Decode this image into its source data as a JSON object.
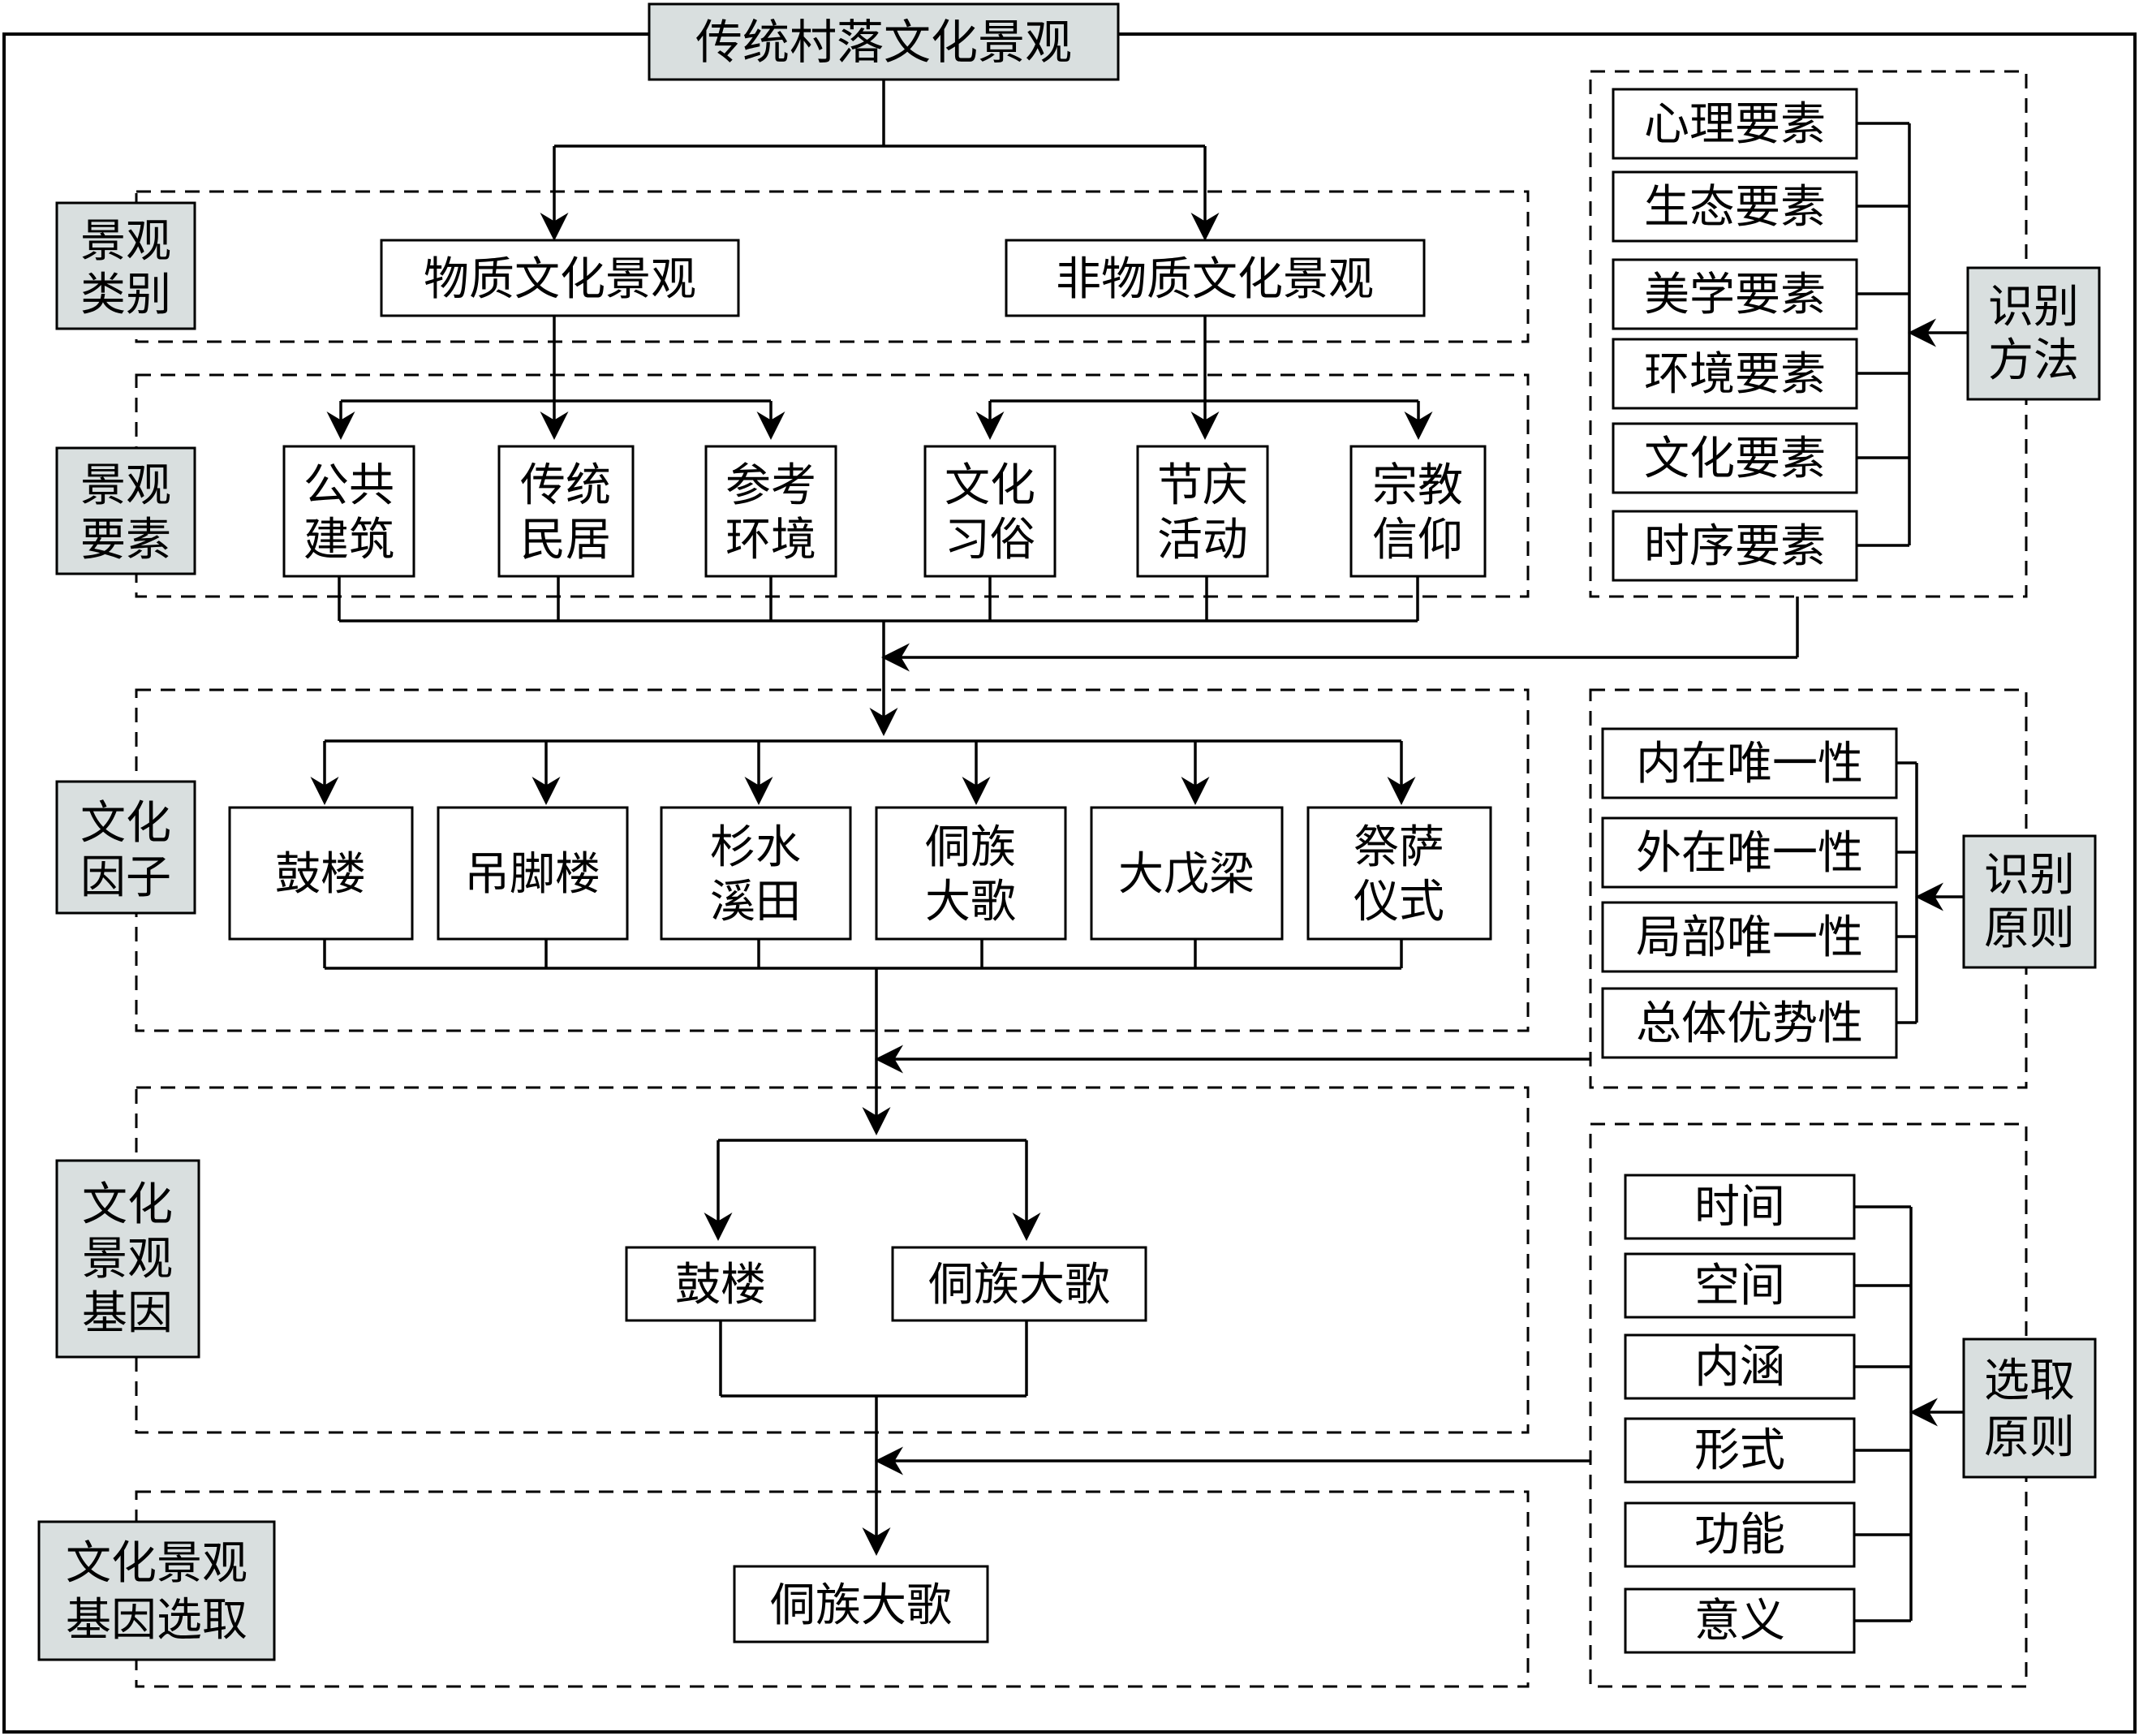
{
  "root": "传统村落文化景观",
  "stages": {
    "category": [
      "景观",
      "类别"
    ],
    "elements": [
      "景观",
      "要素"
    ],
    "factors": [
      "文化",
      "因子"
    ],
    "genes": [
      "文化",
      "景观",
      "基因"
    ],
    "selection": [
      "文化景观",
      "基因选取"
    ]
  },
  "categories": [
    "物质文化景观",
    "非物质文化景观"
  ],
  "elements": [
    [
      "公共",
      "建筑"
    ],
    [
      "传统",
      "民居"
    ],
    [
      "参考",
      "环境"
    ],
    [
      "文化",
      "习俗"
    ],
    [
      "节庆",
      "活动"
    ],
    [
      "宗教",
      "信仰"
    ]
  ],
  "factors": [
    [
      "鼓楼"
    ],
    [
      "吊脚楼"
    ],
    [
      "杉水",
      "溪田"
    ],
    [
      "侗族",
      "大歌"
    ],
    [
      "大戊梁"
    ],
    [
      "祭萨",
      "仪式"
    ]
  ],
  "genes": [
    "鼓楼",
    "侗族大歌"
  ],
  "selected_gene": "侗族大歌",
  "identification_method": {
    "label": [
      "识别",
      "方法"
    ],
    "items": [
      "心理要素",
      "生态要素",
      "美学要素",
      "环境要素",
      "文化要素",
      "时序要素"
    ]
  },
  "identification_principle": {
    "label": [
      "识别",
      "原则"
    ],
    "items": [
      "内在唯一性",
      "外在唯一性",
      "局部唯一性",
      "总体优势性"
    ]
  },
  "selection_principle": {
    "label": [
      "选取",
      "原则"
    ],
    "items": [
      "时间",
      "空间",
      "内涵",
      "形式",
      "功能",
      "意义"
    ]
  }
}
